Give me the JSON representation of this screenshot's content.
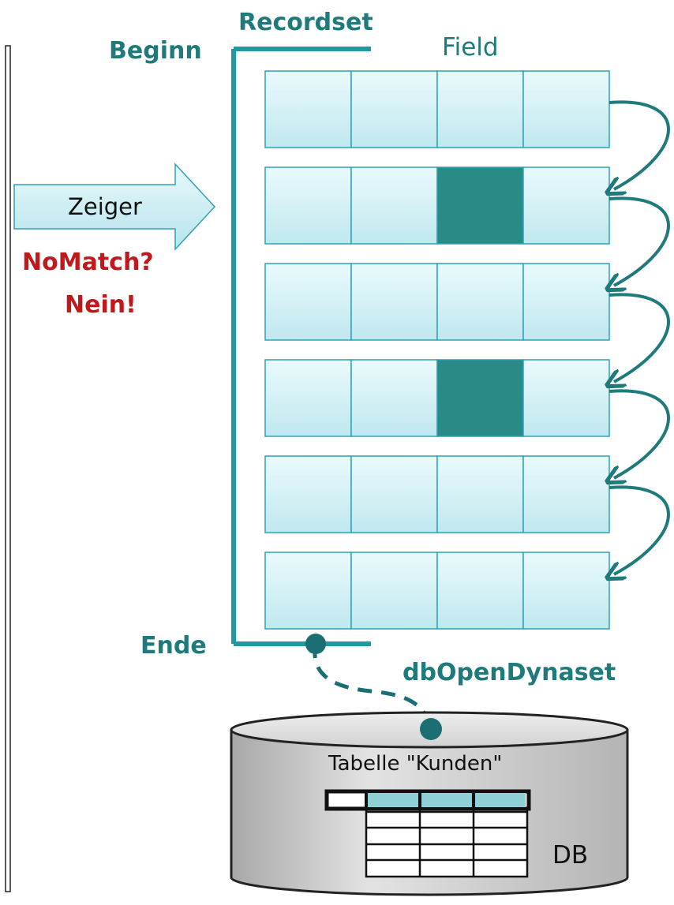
{
  "labels": {
    "recordset": "Recordset",
    "beginn": "Beginn",
    "field": "Field",
    "zeiger": "Zeiger",
    "nomatch": "NoMatch?",
    "nein": "Nein!",
    "ende": "Ende",
    "dbopendynaset": "dbOpenDynaset",
    "table_caption": "Tabelle \"Kunden\"",
    "db": "DB"
  },
  "records": {
    "count": 6,
    "fields_per_record": 4,
    "matched_cells": [
      {
        "row": 1,
        "col": 2
      },
      {
        "row": 3,
        "col": 2
      }
    ]
  },
  "colors": {
    "teal": "#1f7a7c",
    "cell_fill": "#c6ecf2",
    "cell_border": "#2ea2b6",
    "match_fill": "#2a8a86",
    "red_text": "#c0181b",
    "db_fill": "#c9c9c9"
  }
}
